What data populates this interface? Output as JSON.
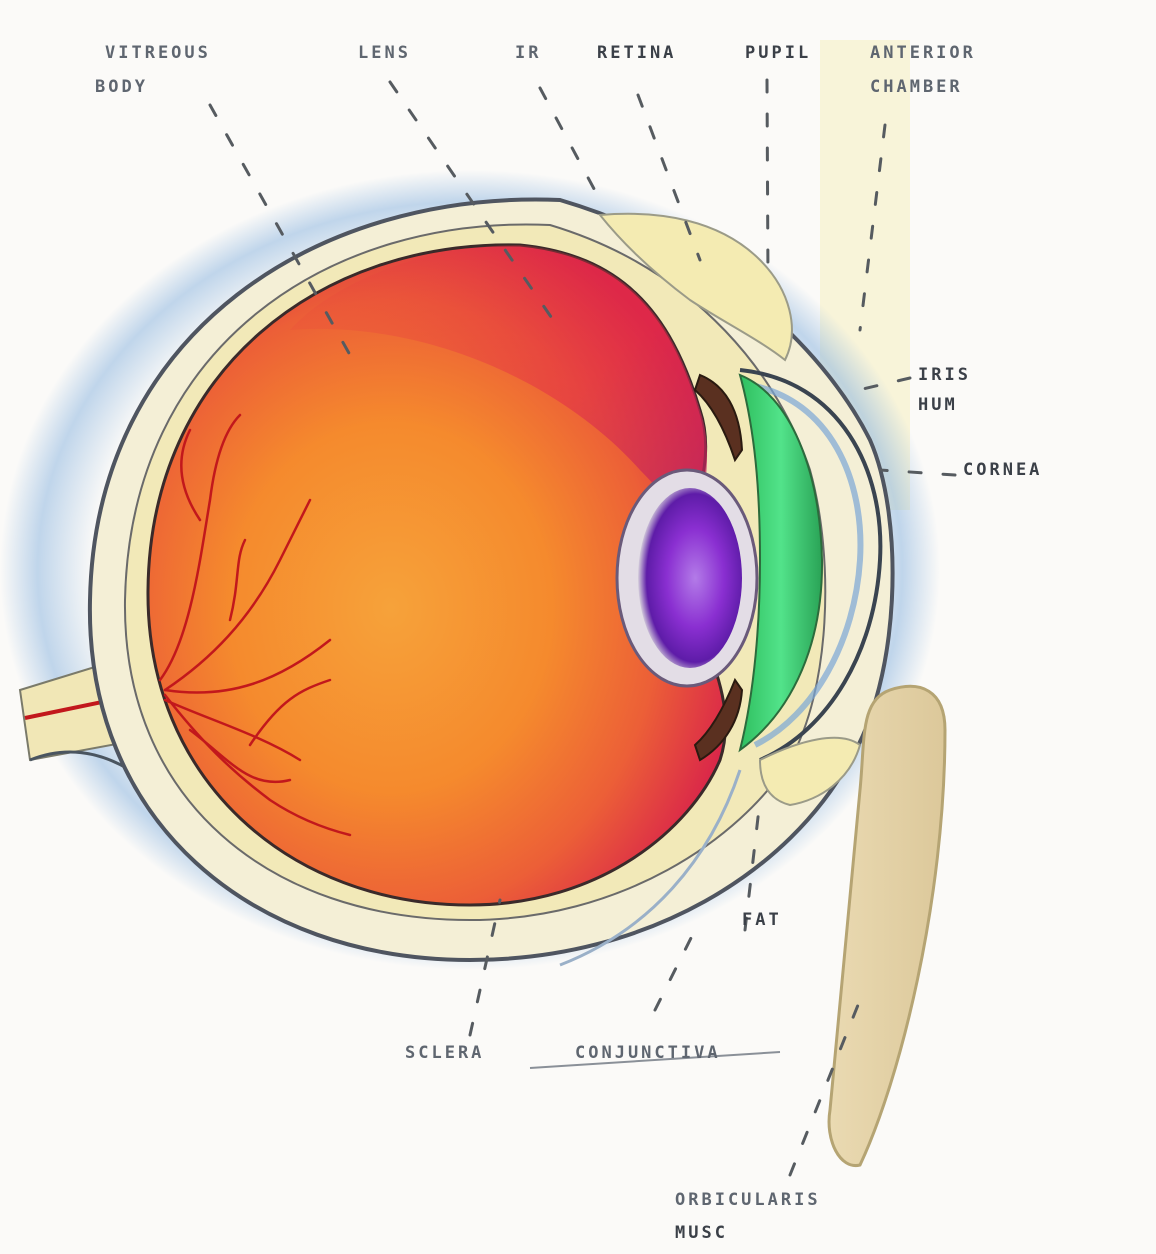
{
  "diagram": {
    "subject": "eye cross-section",
    "labels": {
      "vitreous_body_line1": "VITREOUS",
      "vitreous_body_line2": "BODY",
      "lens_top": "LENS",
      "iris_top": "IR",
      "retina": "RETINA",
      "pupil": "PUPIL",
      "anterior_chamber_line1": "ANTERIOR",
      "anterior_chamber_line2": "CHAMBER",
      "iris_side_line1": "IRIS",
      "iris_side_line2": "HUM",
      "cornea": "CORNEA",
      "fat": "FAT",
      "sclera": "SCLERA",
      "conjunctiva": "CONJUNCTIVA",
      "orbicularis_line1": "ORBICULARIS",
      "orbicularis_line2": "MUSC"
    }
  },
  "colors": {
    "vitreous": "#f0872c",
    "vitreous_top": "#d9244a",
    "lens": "#8a2fd1",
    "aqueous": "#3fd97a",
    "fat": "#f3eab0",
    "eyelid": "#e9d7ac",
    "sclera_wash": "#8fb7e0",
    "vessels": "#c2181c"
  }
}
